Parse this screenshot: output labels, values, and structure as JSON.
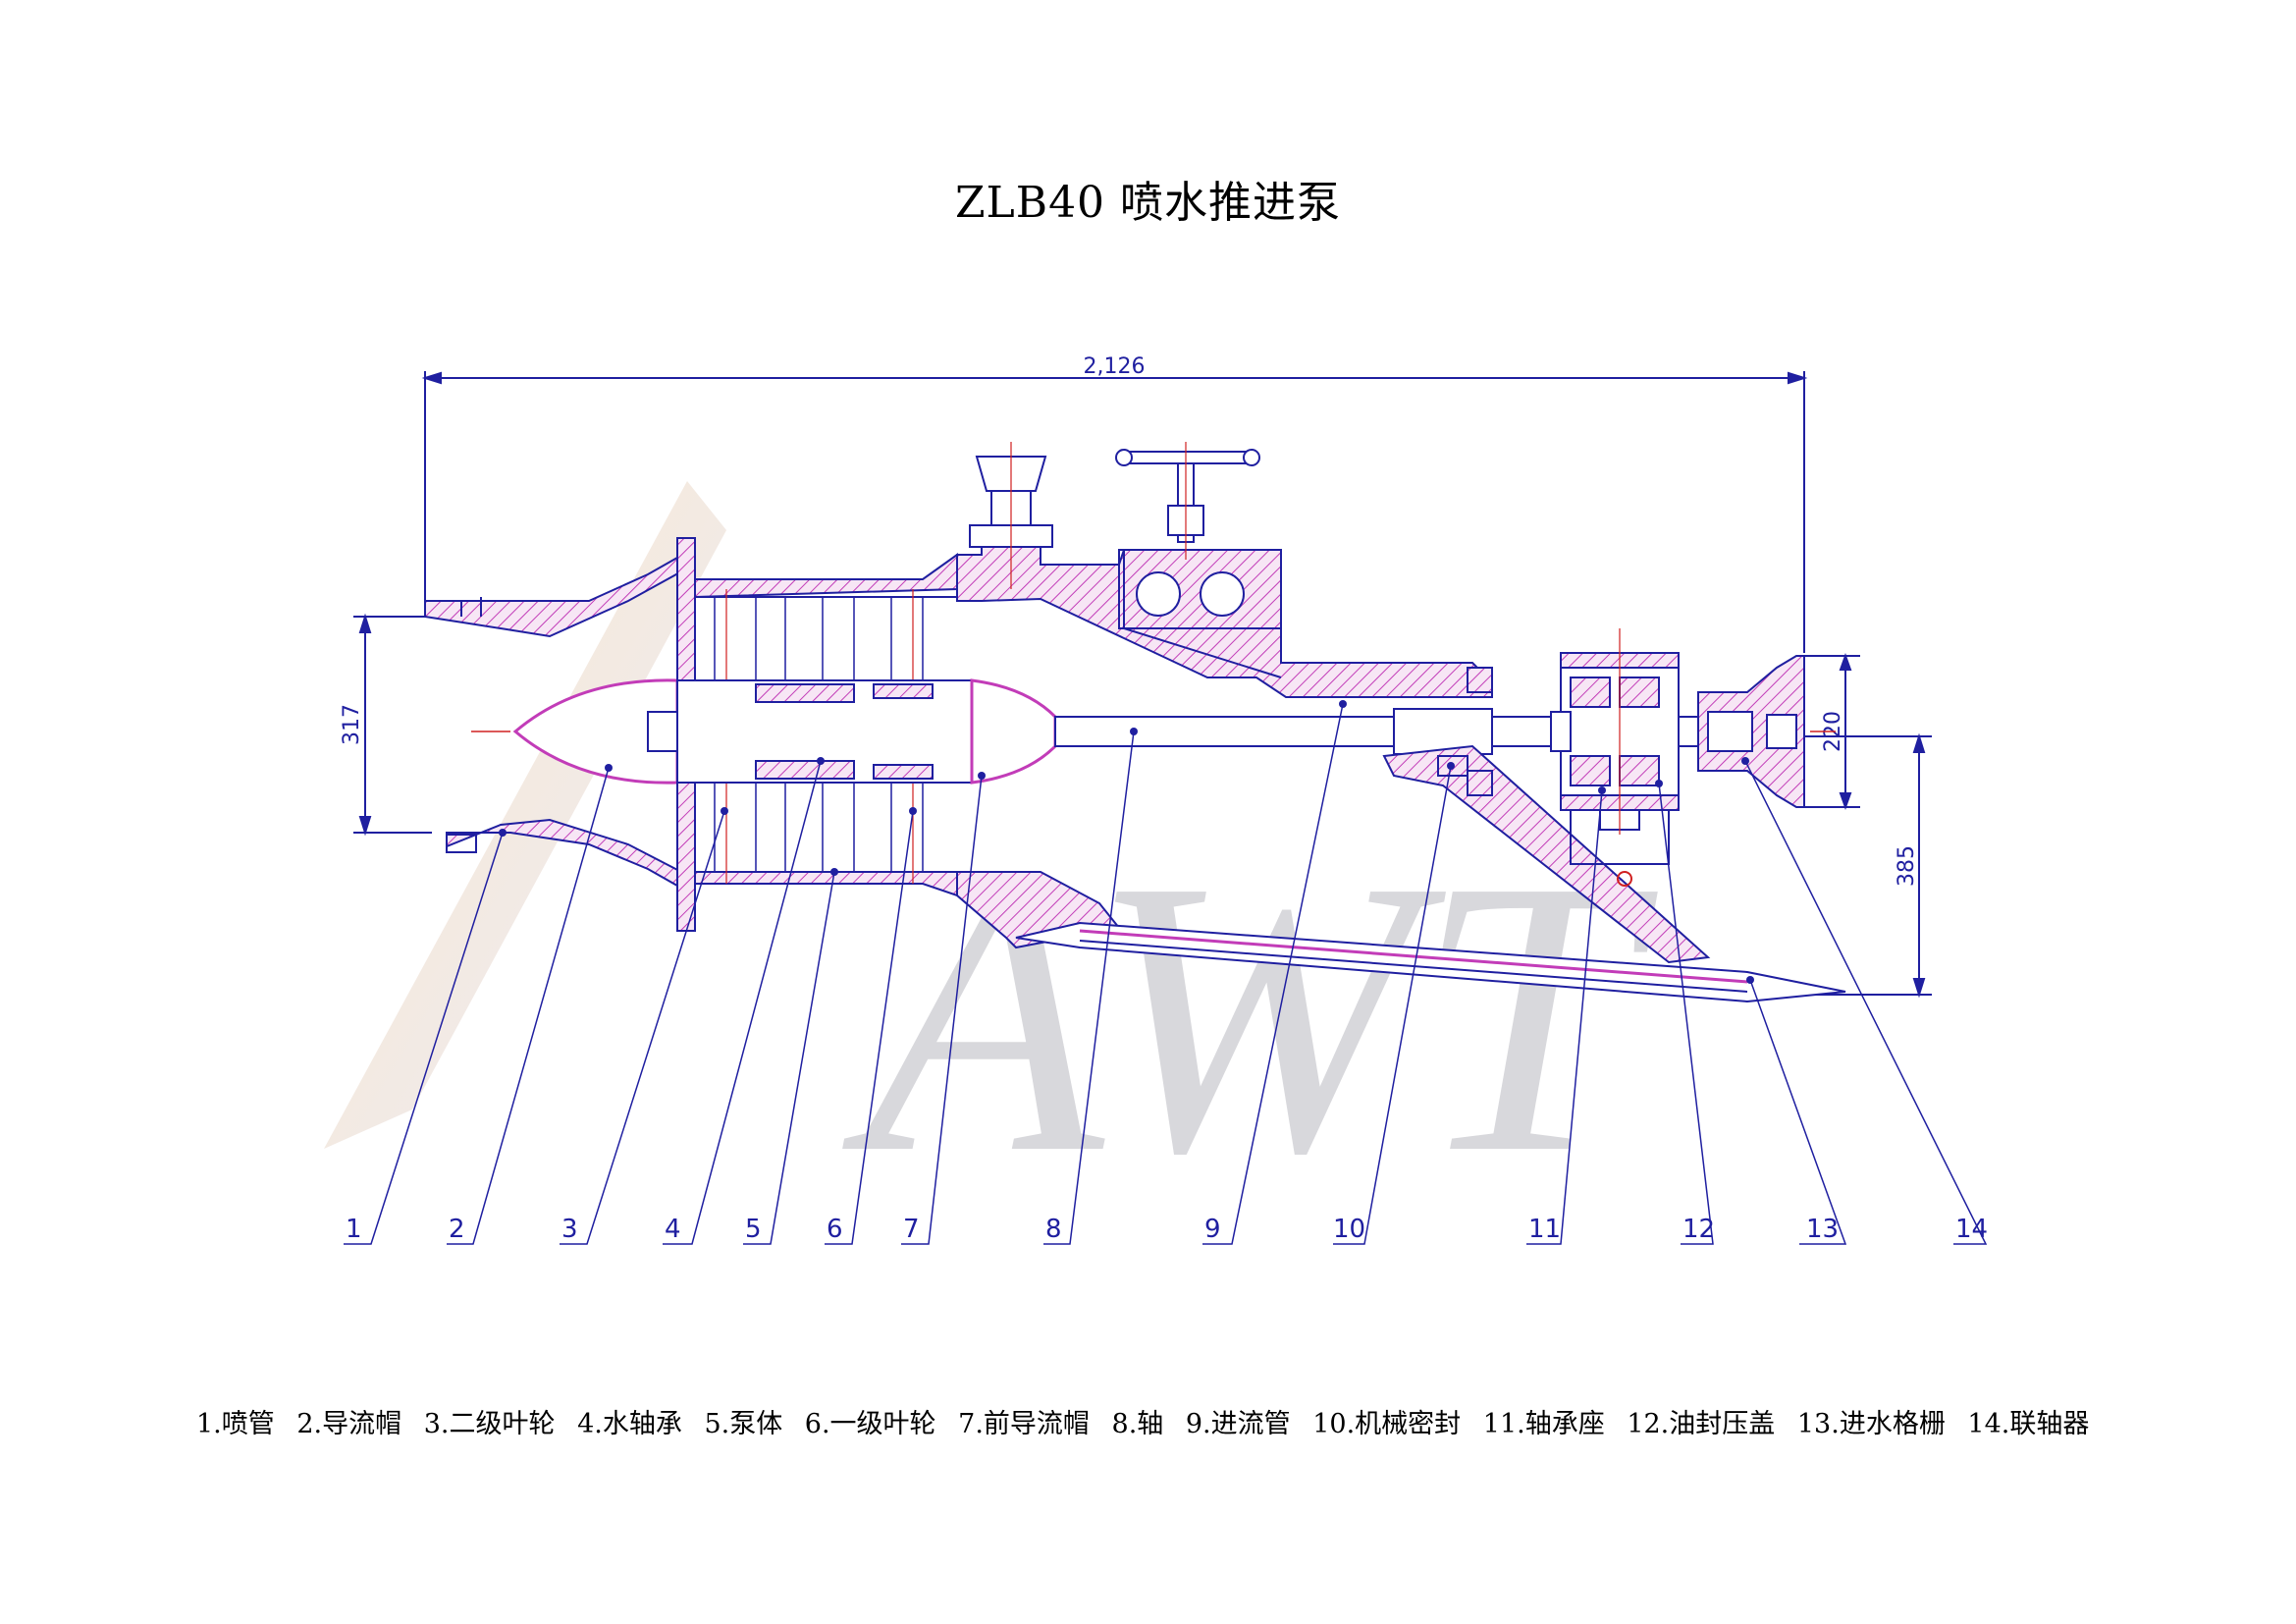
{
  "title": "ZLB40 喷水推进泵",
  "watermark": "AWT",
  "dimensions": {
    "overall_length": "2,126",
    "inlet_diameter": "317",
    "coupling_diameter": "220",
    "shaft_height": "385"
  },
  "callouts": [
    "1",
    "2",
    "3",
    "4",
    "5",
    "6",
    "7",
    "8",
    "9",
    "10",
    "11",
    "12",
    "13",
    "14"
  ],
  "legend": [
    "1.喷管",
    "2.导流帽",
    "3.二级叶轮",
    "4.水轴承",
    "5.泵体",
    "6.一级叶轮",
    "7.前导流帽",
    "8.轴",
    "9.进流管",
    "10.机械密封",
    "11.轴承座",
    "12.油封压盖",
    "13.进水格栅",
    "14.联轴器"
  ],
  "colors": {
    "outline": "#1f1fa0",
    "hatch": "#c23cb8",
    "centerline": "#d02020",
    "watermark": "#d8d8dc"
  }
}
